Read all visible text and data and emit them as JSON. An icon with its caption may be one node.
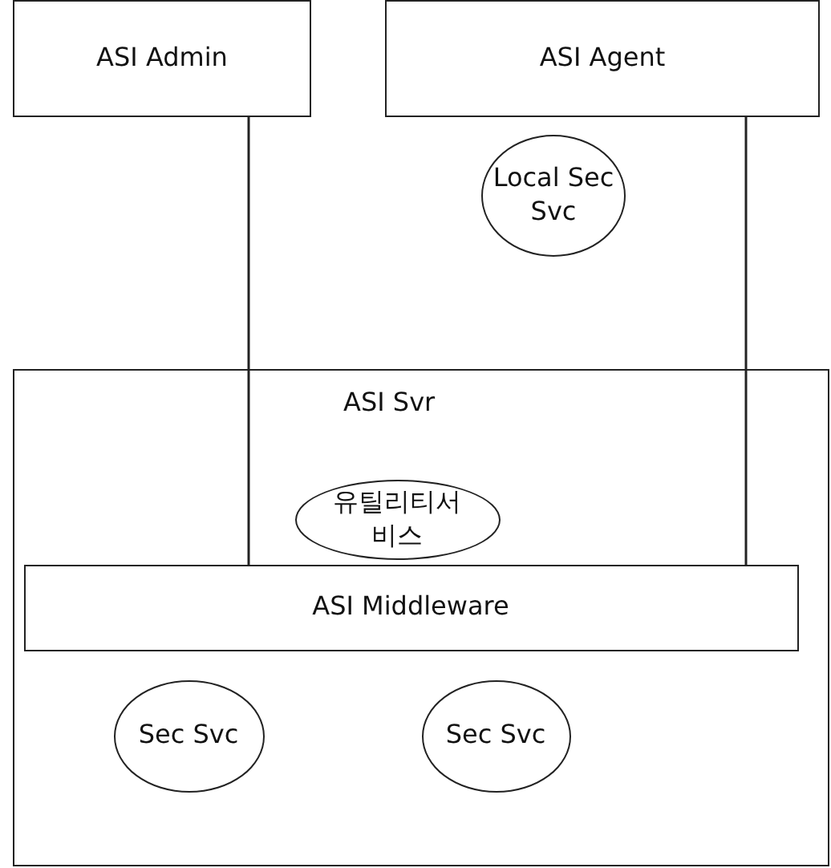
{
  "diagram": {
    "nodes": [
      {
        "text": [
          "ASI Admin"
        ]
      },
      {
        "text": [
          "ASI Agent"
        ]
      },
      {
        "text": [
          "Local Sec Svc"
        ]
      },
      {
        "text": [
          "ASI Svr"
        ]
      },
      {
        "text": [
          "유틸리티서비스"
        ],
        "in": 3
      },
      {
        "text": [
          "ASI Middleware"
        ],
        "in": 3
      },
      {
        "text": [
          "Sec Svc"
        ],
        "in": 3
      },
      {
        "text": [
          "Sec Svc"
        ],
        "in": 3
      }
    ],
    "edges": [
      {
        "from": 0,
        "to": 5,
        "arrow": "none"
      },
      {
        "from": 1,
        "to": 5,
        "arrow": "none"
      }
    ]
  }
}
